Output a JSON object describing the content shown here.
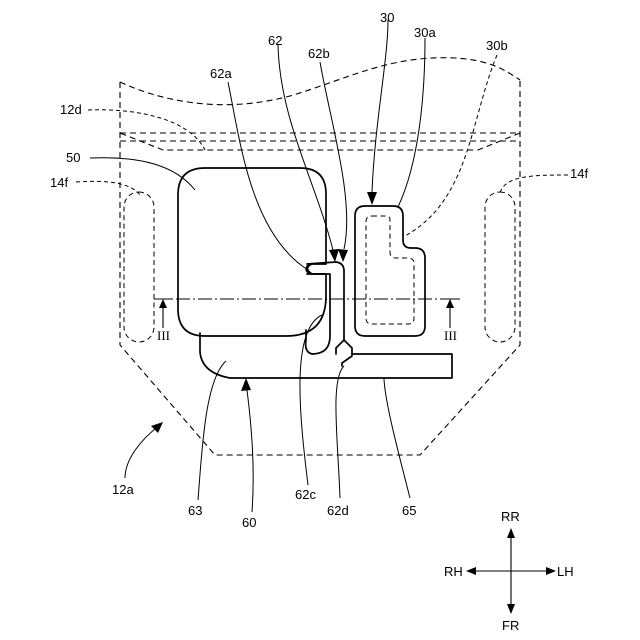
{
  "labels": {
    "l30": "30",
    "l30a": "30a",
    "l30b": "30b",
    "l62": "62",
    "l62a": "62a",
    "l62b": "62b",
    "l12d": "12d",
    "l50": "50",
    "l14f_left": "14f",
    "l14f_right": "14f",
    "l12a": "12a",
    "l63": "63",
    "l60": "60",
    "l62c": "62c",
    "l62d": "62d",
    "l65": "65",
    "section_left": "III",
    "section_right": "III"
  },
  "compass": {
    "up": "RR",
    "down": "FR",
    "left": "RH",
    "right": "LH"
  }
}
